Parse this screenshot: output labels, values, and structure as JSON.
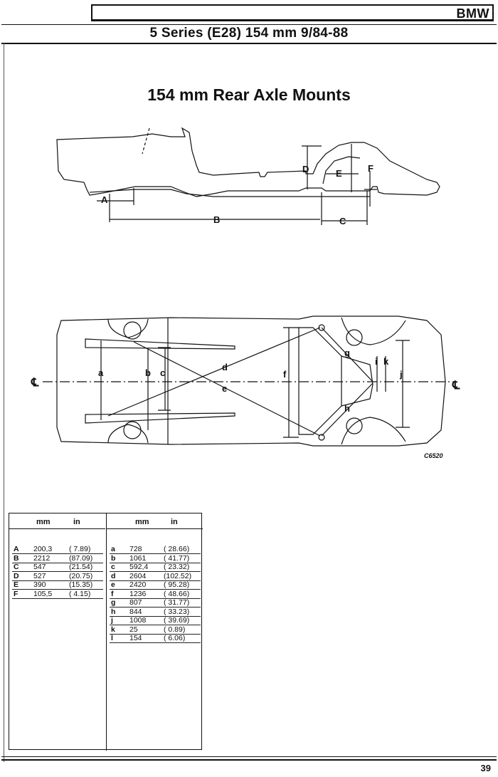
{
  "header": {
    "brand": "BMW",
    "subtitle": "5 Series (E28) 154 mm 9/84-88"
  },
  "page_title": "154 mm Rear Axle Mounts",
  "diagram": {
    "side_labels": [
      "A",
      "B",
      "C",
      "D",
      "E",
      "F"
    ],
    "top_labels": [
      "a",
      "b",
      "c",
      "d",
      "e",
      "f",
      "g",
      "h",
      "i",
      "j",
      "k"
    ],
    "centerline_mark": "℄",
    "figure_code": "C6520"
  },
  "table": {
    "headers": {
      "mm": "mm",
      "in": "in"
    },
    "left_rows": [
      {
        "key": "A",
        "mm": "200,3",
        "in": "( 7.89)"
      },
      {
        "key": "B",
        "mm": "2212",
        "in": "(87.09)"
      },
      {
        "key": "C",
        "mm": "547",
        "in": "(21.54)"
      },
      {
        "key": "D",
        "mm": "527",
        "in": "(20.75)"
      },
      {
        "key": "E",
        "mm": "390",
        "in": "(15.35)"
      },
      {
        "key": "F",
        "mm": "105,5",
        "in": "( 4.15)"
      }
    ],
    "right_rows": [
      {
        "key": "a",
        "mm": "728",
        "in": "( 28.66)"
      },
      {
        "key": "b",
        "mm": "1061",
        "in": "( 41.77)"
      },
      {
        "key": "c",
        "mm": "592,4",
        "in": "( 23.32)"
      },
      {
        "key": "d",
        "mm": "2604",
        "in": "(102.52)"
      },
      {
        "key": "e",
        "mm": "2420",
        "in": "( 95.28)"
      },
      {
        "key": "f",
        "mm": "1236",
        "in": "( 48.66)"
      },
      {
        "key": "g",
        "mm": "807",
        "in": "( 31.77)"
      },
      {
        "key": "h",
        "mm": "844",
        "in": "( 33.23)"
      },
      {
        "key": "j",
        "mm": "1008",
        "in": "( 39.69)"
      },
      {
        "key": "k",
        "mm": "25",
        "in": "( 0.89)"
      },
      {
        "key": "l",
        "mm": "154",
        "in": "( 6.06)"
      }
    ]
  },
  "footer": {
    "page_number": "39"
  }
}
